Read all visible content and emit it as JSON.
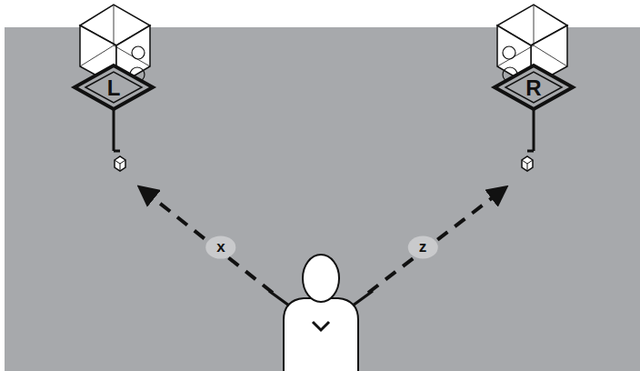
{
  "diagram": {
    "labels": [
      "L",
      "R",
      "x",
      "z"
    ]
  }
}
